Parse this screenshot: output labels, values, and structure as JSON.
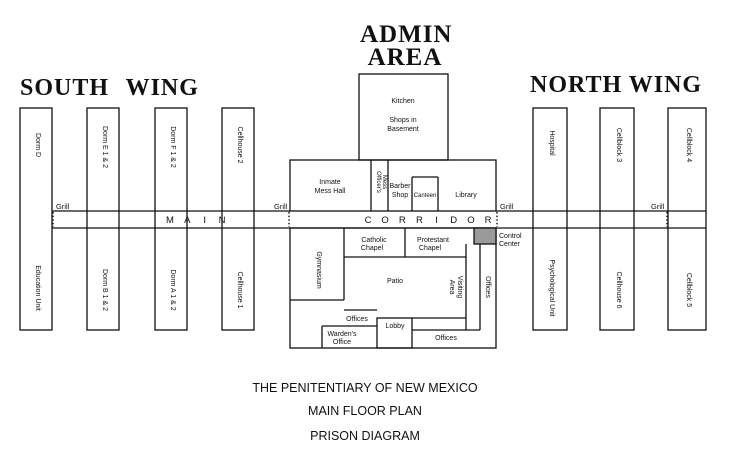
{
  "headings": {
    "admin_line1": "ADMIN",
    "admin_line2": "AREA",
    "south_wing": "SOUTH WING",
    "north_wing": "NORTH WING"
  },
  "corridor_letters_main": [
    "M",
    "A",
    "I",
    "N"
  ],
  "corridor_letters_corridor": [
    "C",
    "O",
    "R",
    "R",
    "I",
    "D",
    "O",
    "R"
  ],
  "south_wing_units": {
    "upper": [
      "Dorm D",
      "Dorm E 1 & 2",
      "Dorm F 1 & 2",
      "Cellhouse 2"
    ],
    "lower": [
      "Education Unit",
      "Dorm B 1 & 2",
      "Dorm A 1 & 2",
      "Cellhouse 1"
    ]
  },
  "north_wing_units": {
    "upper": [
      "Hospital",
      "Cellblock 3",
      "Cellblock 4"
    ],
    "lower": [
      "Psychological Unit",
      "Cellhouse 6",
      "Cellblock 5"
    ]
  },
  "grills": [
    "Grill",
    "Grill",
    "Grill",
    "Grill"
  ],
  "admin_rooms": {
    "kitchen": "Kitchen",
    "shops_line1": "Shops in",
    "shops_line2": "Basement",
    "mess_line1": "Inmate",
    "mess_line2": "Mess Hall",
    "officers_mess_line1": "Officer's",
    "officers_mess_line2": "Mess",
    "barber_line1": "Barber",
    "barber_line2": "Shop",
    "canteen": "Canteen",
    "library": "Library",
    "control_line1": "Control",
    "control_line2": "Center",
    "catholic_line1": "Catholic",
    "catholic_line2": "Chapel",
    "protestant_line1": "Protestant",
    "protestant_line2": "Chapel",
    "gymnasium": "Gymnasium",
    "patio": "Patio",
    "visiting_line1": "Visiting",
    "visiting_line2": "Area",
    "offices_east": "Offices",
    "offices_west": "Offices",
    "lobby": "Lobby",
    "wardens_line1": "Warden's",
    "wardens_line2": "Office",
    "offices_south": "Offices"
  },
  "caption": {
    "line1": "THE PENITENTIARY OF NEW MEXICO",
    "line2": "MAIN FLOOR PLAN",
    "line3": "PRISON DIAGRAM"
  },
  "colors": {
    "ink": "#111111",
    "paper": "#ffffff",
    "control_center_fill": "#9a9a9a"
  }
}
